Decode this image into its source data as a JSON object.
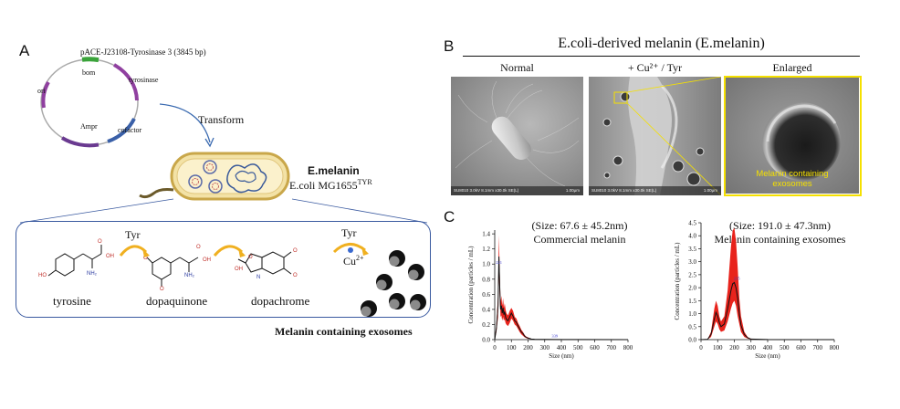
{
  "panel_a": {
    "letter": "A",
    "plasmid": {
      "title": "pACE-J23108-Tyrosinase 3 (3845 bp)",
      "features": [
        "bom",
        "tyrosinase",
        "ori",
        "Ampr",
        "cofactor"
      ]
    },
    "transform_label": "Transform",
    "cell_name": "E.melanin",
    "strain_label": "E.coli MG1655",
    "strain_superscript": "TYR",
    "pathway": {
      "enzyme_label": "Tyr",
      "enzyme_label_3": "Tyr",
      "cofactor_label": "Cu",
      "cofactor_superscript": "2+",
      "compounds": [
        "tyrosine",
        "dopaquinone",
        "dopachrome"
      ],
      "structure_atoms": {
        "tyrosine": [
          "HO",
          "NH₂",
          "OH",
          "O"
        ],
        "dopaquinone": [
          "O",
          "O",
          "NH₂",
          "OH",
          "O"
        ],
        "dopachrome": [
          "O",
          "O",
          "O",
          "OH",
          "N"
        ]
      }
    },
    "exosome_label": "Melanin containing exosomes"
  },
  "panel_b": {
    "letter": "B",
    "title": "E.coli-derived melanin  (E.melanin)",
    "images": [
      {
        "label": "Normal",
        "caption": "SU8010 3.0kV 8.1mm x30.0k SE(L)",
        "scale": "1.00μm"
      },
      {
        "label": "+ Cu²⁺ / Tyr",
        "caption": "SU8010 3.0kV 8.1mm x30.0k SE(L)",
        "scale": "1.00μm"
      },
      {
        "label": "Enlarged",
        "caption": "",
        "scale": ""
      }
    ],
    "inset_text_line1": "Melanin containing",
    "inset_text_line2": "exosomes",
    "accent_color": "#f5e000"
  },
  "panel_c": {
    "letter": "C",
    "ylabel": "Concentration (particles / mL)",
    "xlabel": "Size (nm)"
  },
  "chart_data": [
    {
      "type": "area",
      "title": "(Size: 67.6 ± 45.2nm)",
      "subtitle": "Commercial melanin",
      "xlabel": "Size (nm)",
      "ylabel": "Concentration (particles / mL)",
      "xlim": [
        0,
        800
      ],
      "ylim": [
        0,
        1.45
      ],
      "xticks": [
        0,
        100,
        200,
        300,
        400,
        500,
        600,
        700,
        800
      ],
      "yticks": [
        0,
        0.2,
        0.4,
        0.6,
        0.8,
        1.0,
        1.2,
        1.4
      ],
      "ytick_labels": [
        "0.0",
        "0.2",
        "0.4",
        "0.6",
        "0.8",
        "1.0",
        "1.2",
        "1.4"
      ],
      "annotations": [
        "221",
        "339"
      ],
      "fill_color": "#e8231c",
      "line_color": "#111111",
      "x": [
        0,
        10,
        20,
        25,
        30,
        35,
        40,
        45,
        50,
        55,
        60,
        65,
        70,
        80,
        90,
        100,
        110,
        120,
        130,
        140,
        150,
        160,
        170,
        180,
        190,
        200,
        210,
        220,
        240,
        300,
        400,
        800
      ],
      "upper": [
        0,
        0.2,
        0.6,
        1.38,
        0.9,
        0.5,
        0.58,
        0.45,
        0.55,
        0.42,
        0.48,
        0.4,
        0.35,
        0.32,
        0.38,
        0.42,
        0.38,
        0.3,
        0.28,
        0.22,
        0.18,
        0.13,
        0.1,
        0.06,
        0.04,
        0.03,
        0.02,
        0.01,
        0.005,
        0.004,
        0.002,
        0
      ],
      "lower": [
        0,
        0.1,
        0.3,
        0.85,
        0.55,
        0.3,
        0.32,
        0.25,
        0.3,
        0.25,
        0.27,
        0.22,
        0.2,
        0.18,
        0.22,
        0.28,
        0.25,
        0.2,
        0.18,
        0.14,
        0.1,
        0.07,
        0.05,
        0.03,
        0.02,
        0.01,
        0.01,
        0.005,
        0.002,
        0.002,
        0.001,
        0
      ],
      "mean": [
        0,
        0.15,
        0.45,
        1.1,
        0.7,
        0.4,
        0.45,
        0.35,
        0.42,
        0.33,
        0.37,
        0.3,
        0.27,
        0.25,
        0.3,
        0.35,
        0.31,
        0.25,
        0.23,
        0.18,
        0.14,
        0.1,
        0.08,
        0.045,
        0.03,
        0.02,
        0.015,
        0.008,
        0.004,
        0.003,
        0.0015,
        0
      ]
    },
    {
      "type": "area",
      "title": "(Size: 191.0 ± 47.3nm)",
      "subtitle": "Melanin containing exosomes",
      "xlabel": "Size (nm)",
      "ylabel": "Concentration (particles / mL)",
      "xlim": [
        0,
        800
      ],
      "ylim": [
        0,
        4.5
      ],
      "xticks": [
        0,
        100,
        200,
        300,
        400,
        500,
        600,
        700,
        800
      ],
      "yticks": [
        0,
        0.5,
        1.0,
        1.5,
        2.0,
        2.5,
        3.0,
        3.5,
        4.0,
        4.5
      ],
      "ytick_labels": [
        "0.0",
        "0.5",
        "1.0",
        "1.5",
        "2.0",
        "2.5",
        "3.0",
        "3.5",
        "4.0",
        "4.5"
      ],
      "annotations": [
        "215"
      ],
      "fill_color": "#e8231c",
      "line_color": "#111111",
      "x": [
        0,
        40,
        60,
        80,
        90,
        100,
        110,
        120,
        140,
        160,
        180,
        190,
        200,
        210,
        220,
        230,
        240,
        260,
        280,
        300,
        400,
        800
      ],
      "upper": [
        0,
        0.02,
        0.3,
        1.2,
        1.5,
        1.3,
        0.9,
        0.7,
        0.9,
        1.9,
        3.6,
        4.2,
        4.3,
        3.8,
        2.8,
        1.6,
        0.9,
        0.3,
        0.1,
        0.03,
        0.005,
        0
      ],
      "lower": [
        0,
        0.01,
        0.1,
        0.5,
        0.7,
        0.6,
        0.4,
        0.3,
        0.35,
        0.7,
        1.2,
        1.4,
        1.5,
        1.3,
        0.9,
        0.6,
        0.3,
        0.1,
        0.04,
        0.01,
        0.002,
        0
      ],
      "mean": [
        0,
        0.015,
        0.2,
        0.8,
        1.05,
        0.9,
        0.65,
        0.5,
        0.6,
        1.2,
        1.9,
        2.15,
        2.2,
        2.0,
        1.6,
        1.0,
        0.55,
        0.2,
        0.07,
        0.02,
        0.003,
        0
      ]
    }
  ]
}
